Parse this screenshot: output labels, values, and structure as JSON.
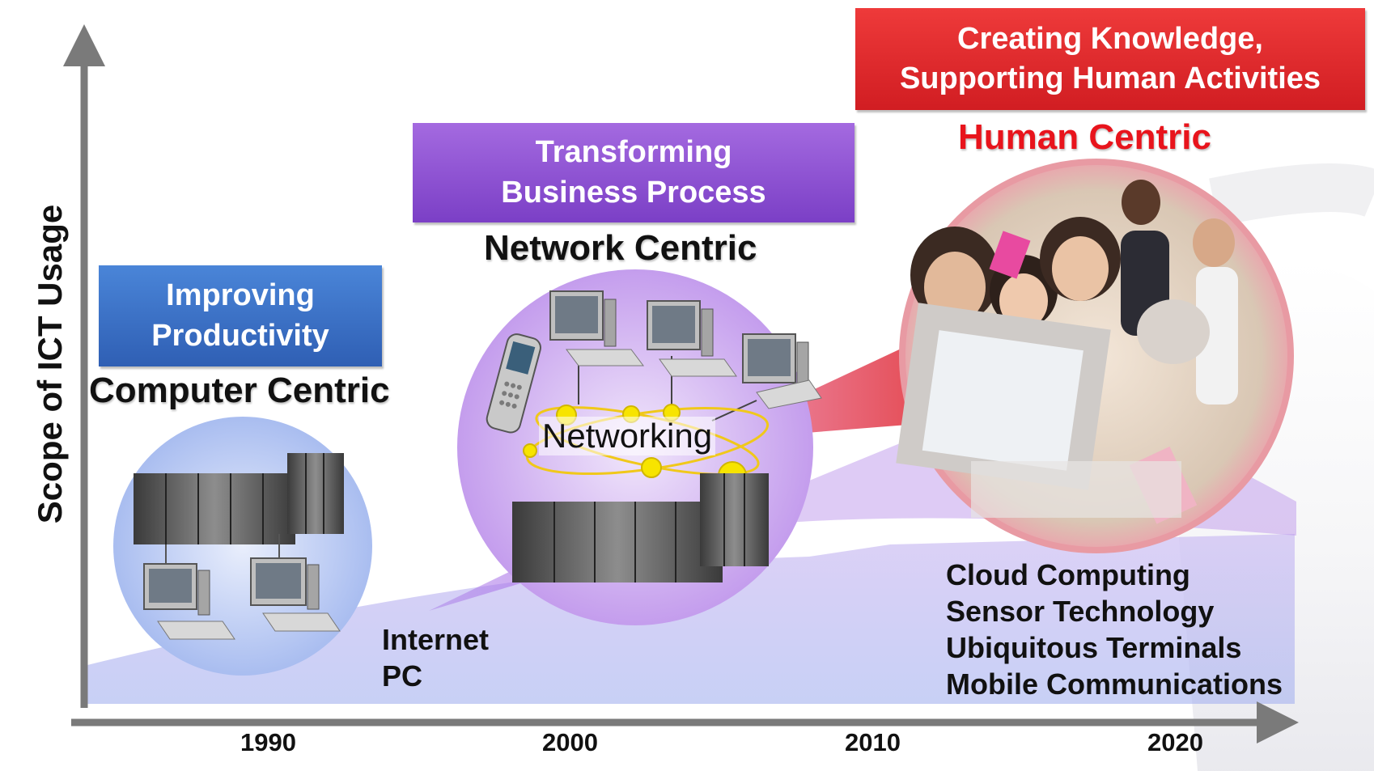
{
  "y_axis_label": "Scope of ICT Usage",
  "x_axis_years": [
    "1990",
    "2000",
    "2010",
    "2020"
  ],
  "stages": [
    {
      "box": [
        "Improving",
        "Productivity"
      ],
      "title": "Computer Centric",
      "box_color": "#3d6cc4"
    },
    {
      "box": [
        "Transforming",
        "Business Process"
      ],
      "title": "Network Centric",
      "center_label": "Networking",
      "tech": [
        "Internet",
        "PC"
      ],
      "box_color": "#8a4fd0"
    },
    {
      "box": [
        "Creating Knowledge,",
        "Supporting Human Activities"
      ],
      "title": "Human Centric",
      "tech": [
        "Cloud Computing",
        "Sensor Technology",
        "Ubiquitous Terminals",
        "Mobile Communications"
      ],
      "box_color": "#e0282b",
      "title_color": "#e8141c"
    }
  ]
}
